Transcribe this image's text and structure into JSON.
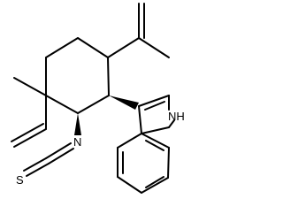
{
  "molecule": {
    "labels": {
      "nh": "NH",
      "n": "N",
      "s": "S"
    },
    "colors": {
      "bond": "#000000",
      "background": "#ffffff"
    }
  }
}
